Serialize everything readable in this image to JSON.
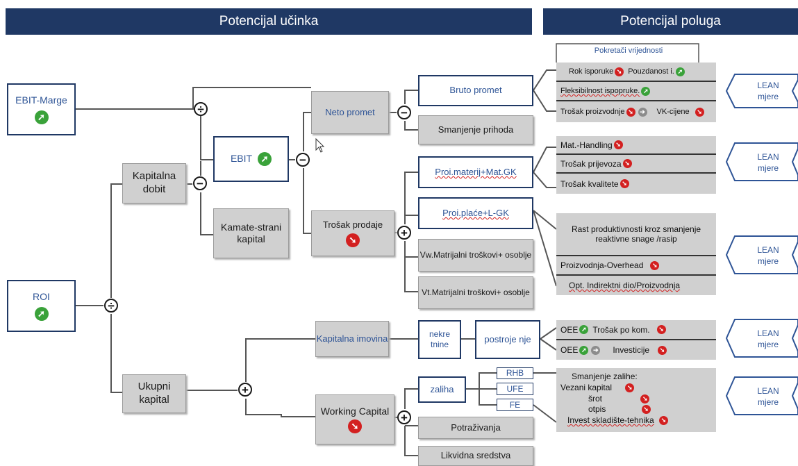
{
  "header": {
    "left_title": "Potencijal učinka",
    "right_title": "Potencijal poluga"
  },
  "nodes": {
    "ebit_marge": "EBIT-Marge",
    "roi": "ROI",
    "kapitalna_dobit": "Kapitalna dobit",
    "ukupni_kapital": "Ukupni kapital",
    "ebit": "EBIT",
    "kamate": "Kamate-strani kapital",
    "neto_promet": "Neto promet",
    "trosak_prodaje": "Trošak prodaje",
    "bruto_promet": "Bruto promet",
    "smanjenje_prihoda": "Smanjenje prihoda",
    "proi_materij": "Proi.materij+Mat.GK",
    "proi_place": "Proi.plaće+L-GK",
    "vw_troskovi": "Vw.Matrijalni troškovi+ osoblje",
    "vt_troskovi": "Vt.Matrijalni troškovi+ osoblje",
    "kapitalna_imovina": "Kapitalna imovina",
    "working_capital": "Working Capital",
    "nekretnine": "nekre tnine",
    "postrojenje": "postroje nje",
    "zaliha": "zaliha",
    "rhb": "RHB",
    "ufe": "UFE",
    "fe": "FE",
    "potrazivanja": "Potraživanja",
    "likvidna": "Likvidna sredstva"
  },
  "operators": {
    "divide": "÷",
    "minus": "−",
    "plus": "+"
  },
  "icons": {
    "up": "up-arrow-green",
    "down": "down-arrow-red",
    "neutral": "circle-gray"
  },
  "levers": {
    "header": "Pokretači vrijednosti",
    "rok_isporuke": "Rok isporuke",
    "pouzdanost": "Pouzdanost i.",
    "fleksibilnost": "Fleksibilnost ispopruke.",
    "trosak_proizvodnje": "Trošak proizvodnje",
    "vk_cijene": "VK-cijene",
    "mat_handling": "Mat.-Handling",
    "trosak_prijevoza": "Trošak prijevoza",
    "trosak_kvalitete": "Trošak kvalitete",
    "rast_produktivnosti": "Rast produktivnosti kroz smanjenje reaktivne snage /rasip",
    "proizvodnja_overhead": "Proizvodnja-Overhead",
    "opt_indirektni": "Opt. Indirektni dio/Proizvodnja",
    "oee": "OEE",
    "trosak_po_kom": "Trošak po kom.",
    "investicije": "Investicije",
    "smanjenje_zalihe": "Smanjenje zalihe:",
    "vezani_kapital": "Vezani kapital",
    "srot": "šrot",
    "otpis": "otpis",
    "invest_skladiste": "Invest skladište-tehnika"
  },
  "lean": {
    "label": "LEAN mjere"
  },
  "colors": {
    "navy": "#1f3864",
    "blue_text": "#2e5496",
    "green": "#3aa23a",
    "red": "#d32020",
    "gray_box": "#d0d0d0"
  }
}
